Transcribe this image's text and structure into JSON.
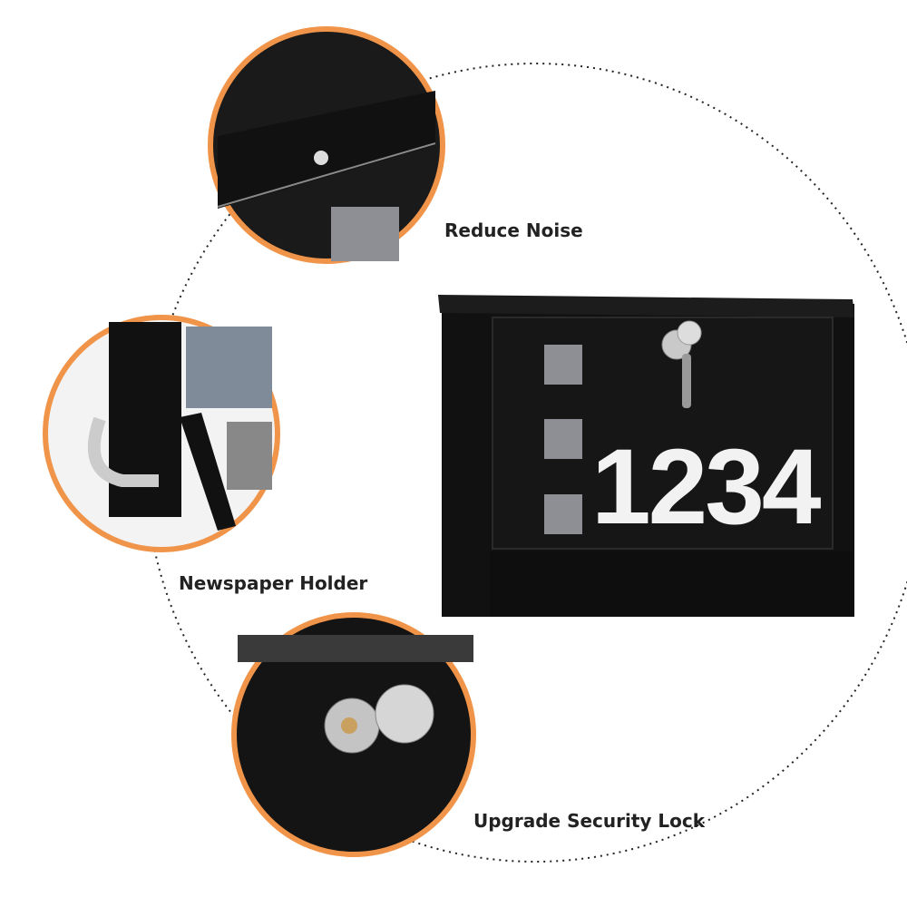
{
  "features": [
    {
      "label": "Reduce Noise"
    },
    {
      "label": "Newspaper Holder"
    },
    {
      "label": "Upgrade Security Lock"
    }
  ],
  "mailbox": {
    "house_number": "1234"
  },
  "colors": {
    "accent_ring": "#f0944a",
    "mailbox_body": "#141414",
    "window_panel": "#8d8f94",
    "dotted_path": "#222222"
  }
}
